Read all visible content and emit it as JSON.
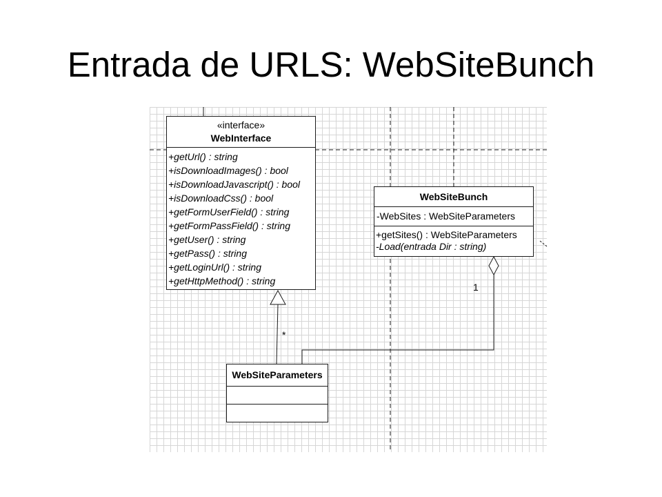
{
  "slide": {
    "title": "Entrada de URLS: WebSiteBunch"
  },
  "diagram": {
    "classes": {
      "web_interface": {
        "stereotype": "«interface»",
        "name": "WebInterface",
        "methods": [
          "+getUrl() : string",
          "+isDownloadImages() : bool",
          "+isDownloadJavascript() : bool",
          "+isDownloadCss() : bool",
          "+getFormUserField() : string",
          "+getFormPassField() : string",
          "+getUser() : string",
          "+getPass() : string",
          "+getLoginUrl() : string",
          "+getHttpMethod() : string"
        ]
      },
      "web_site_bunch": {
        "name": "WebSiteBunch",
        "attributes": [
          "-WebSites : WebSiteParameters"
        ],
        "methods": [
          "+getSites() : WebSiteParameters",
          "-Load(entrada Dir : string)"
        ]
      },
      "web_site_parameters": {
        "name": "WebSiteParameters",
        "attributes": [],
        "methods": []
      }
    },
    "relations": {
      "generalization": {
        "multiplicity": "*"
      },
      "aggregation": {
        "multiplicity": "1"
      }
    }
  },
  "colors": {
    "line": "#1a1a1a",
    "grid": "#d6d6d6",
    "background": "#ffffff"
  }
}
